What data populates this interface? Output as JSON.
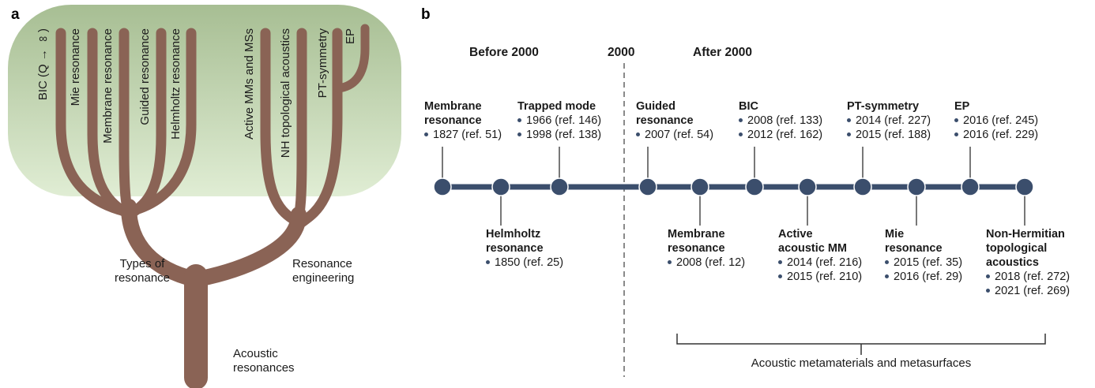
{
  "panel_a": {
    "label": "a",
    "branch_labels": [
      "BIC (Q → ∞)",
      "Mie resonance",
      "Membrane resonance",
      "Guided resonance",
      "Helmholtz resonance",
      "Active MMs and MSs",
      "NH topological acoustics",
      "PT-symmetry",
      "EP"
    ],
    "group_labels": {
      "left": "Types of\nresonance",
      "right": "Resonance\nengineering",
      "root": "Acoustic\nresonances"
    },
    "colors": {
      "foliage_top": "#a7be93",
      "foliage_bottom": "#e0edd4",
      "branch_brown": "#8a6355"
    }
  },
  "panel_b": {
    "label": "b",
    "era_labels": {
      "before": "Before 2000",
      "year": "2000",
      "after": "After 2000"
    },
    "colors": {
      "timeline": "#3b4e6c",
      "divider_gray": "#8a8a8a"
    },
    "entries_above": [
      {
        "title": "Membrane\nresonance",
        "events": [
          "1827 (ref. 51)"
        ]
      },
      {
        "title": "Trapped mode",
        "events": [
          "1966 (ref. 146)",
          "1998 (ref. 138)"
        ]
      },
      {
        "title": "Guided\nresonance",
        "events": [
          "2007 (ref. 54)"
        ]
      },
      {
        "title": "BIC",
        "events": [
          "2008 (ref. 133)",
          "2012 (ref. 162)"
        ]
      },
      {
        "title": "PT-symmetry",
        "events": [
          "2014 (ref. 227)",
          "2015 (ref. 188)"
        ]
      },
      {
        "title": "EP",
        "events": [
          "2016 (ref. 245)",
          "2016 (ref. 229)"
        ]
      }
    ],
    "entries_below": [
      {
        "title": "Helmholtz\nresonance",
        "events": [
          "1850 (ref. 25)"
        ]
      },
      {
        "title": "Membrane\nresonance",
        "events": [
          "2008 (ref. 12)"
        ]
      },
      {
        "title": "Active\nacoustic MM",
        "events": [
          "2014 (ref. 216)",
          "2015 (ref. 210)"
        ]
      },
      {
        "title": "Mie\nresonance",
        "events": [
          "2015 (ref. 35)",
          "2016 (ref. 29)"
        ]
      },
      {
        "title": "Non-Hermitian\ntopological\nacoustics",
        "events": [
          "2018 (ref. 272)",
          "2021 (ref. 269)"
        ]
      }
    ],
    "bracket_label": "Acoustic metamaterials and metasurfaces"
  }
}
